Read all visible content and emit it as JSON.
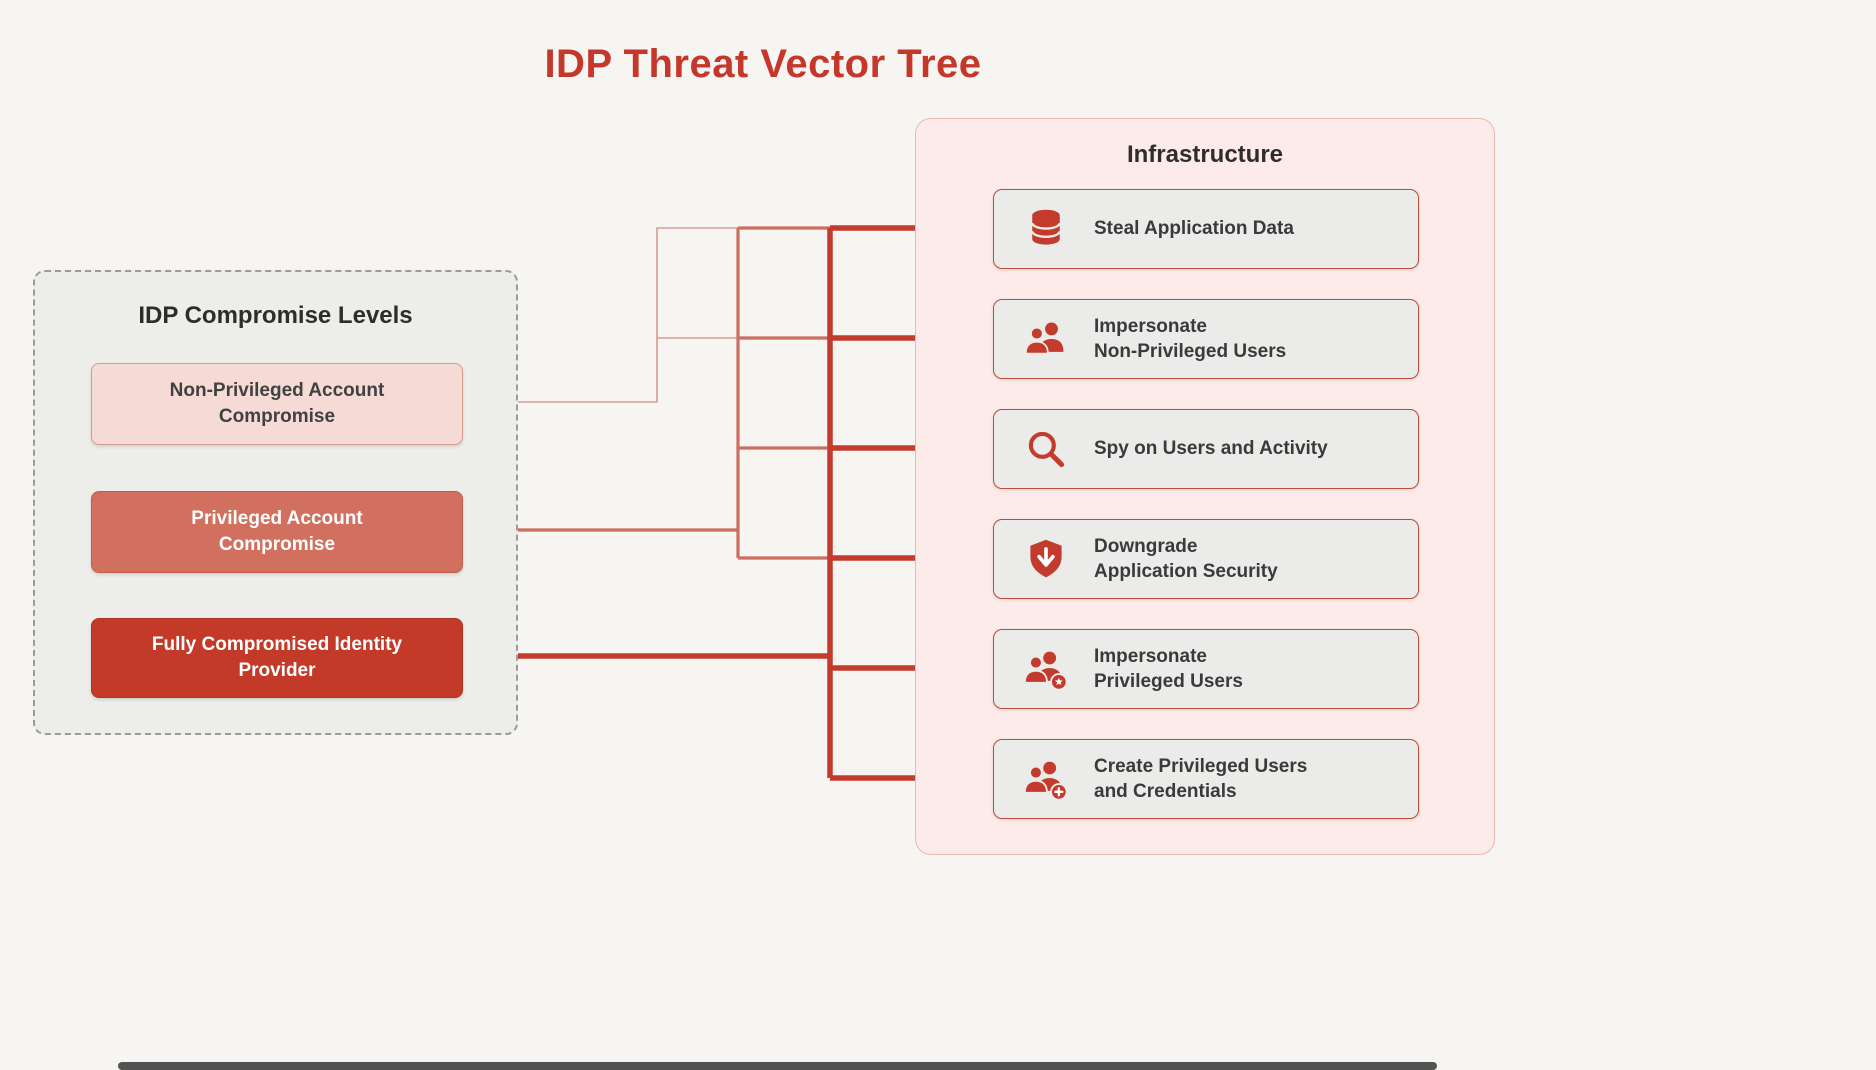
{
  "title": "IDP Threat Vector Tree",
  "left_panel": {
    "title": "IDP Compromise Levels",
    "levels": [
      {
        "id": "non-privileged-account-compromise",
        "label": "Non-Privileged Account\nCompromise",
        "severity": "low"
      },
      {
        "id": "privileged-account-compromise",
        "label": "Privileged Account\nCompromise",
        "severity": "medium"
      },
      {
        "id": "fully-compromised-identity-provider",
        "label": "Fully Compromised Identity\nProvider",
        "severity": "high"
      }
    ]
  },
  "right_panel": {
    "title": "Infrastructure",
    "items": [
      {
        "id": "steal-application-data",
        "label": "Steal Application Data",
        "icon": "database-icon"
      },
      {
        "id": "impersonate-non-privileged-users",
        "label": "Impersonate\nNon-Privileged Users",
        "icon": "users-icon"
      },
      {
        "id": "spy-on-users-and-activity",
        "label": "Spy on Users and Activity",
        "icon": "search-icon"
      },
      {
        "id": "downgrade-application-security",
        "label": "Downgrade\nApplication Security",
        "icon": "shield-down-arrow-icon"
      },
      {
        "id": "impersonate-privileged-users",
        "label": "Impersonate\nPrivileged Users",
        "icon": "users-star-icon"
      },
      {
        "id": "create-privileged-users-and-credentials",
        "label": "Create Privileged Users\nand Credentials",
        "icon": "users-plus-icon"
      }
    ]
  },
  "connections": [
    {
      "from": "non-privileged-account-compromise",
      "weight": "thin",
      "to": [
        "steal-application-data",
        "impersonate-non-privileged-users"
      ]
    },
    {
      "from": "privileged-account-compromise",
      "weight": "medium",
      "to": [
        "steal-application-data",
        "impersonate-non-privileged-users",
        "spy-on-users-and-activity",
        "downgrade-application-security"
      ]
    },
    {
      "from": "fully-compromised-identity-provider",
      "weight": "thick",
      "to": [
        "steal-application-data",
        "impersonate-non-privileged-users",
        "spy-on-users-and-activity",
        "downgrade-application-security",
        "impersonate-privileged-users",
        "create-privileged-users-and-credentials"
      ]
    }
  ],
  "colors": {
    "accent_red": "#c23b2c",
    "medium_red": "#d2705f",
    "light_red_fill": "#f6dad6",
    "panel_pink": "#fcebe9",
    "node_gray": "#ebebe9",
    "line_thin": "#d49b92",
    "line_medium": "#cb6e5f",
    "background": "#f7f5f2"
  }
}
